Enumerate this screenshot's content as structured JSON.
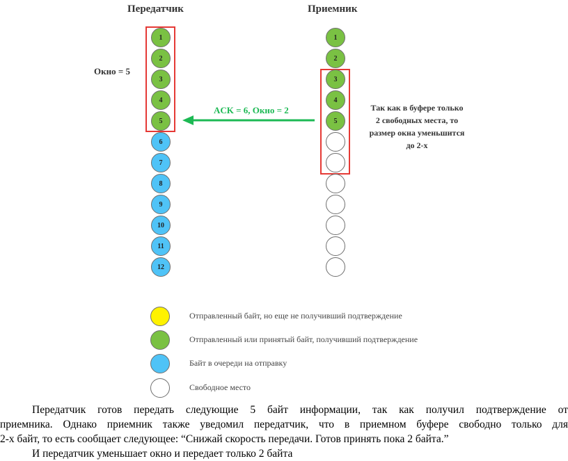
{
  "titles": {
    "sender": "Передатчик",
    "receiver": "Приемник"
  },
  "sender_window_label": "Окно = 5",
  "ack_label": "ACK = 6, Окно = 2",
  "receiver_note": {
    "line1": "Так как в буфере только",
    "line2": "2 свободных места, то",
    "line3": "размер окна уменьшится",
    "line4": "до 2-х"
  },
  "colors": {
    "green": "#7ac143",
    "blue": "#4fc3f7",
    "yellow": "#fff200",
    "white": "#ffffff",
    "window_border": "#e53935",
    "ack_arrow": "#1db954"
  },
  "sender_bytes": [
    {
      "label": "1",
      "state": "green"
    },
    {
      "label": "2",
      "state": "green"
    },
    {
      "label": "3",
      "state": "green"
    },
    {
      "label": "4",
      "state": "green"
    },
    {
      "label": "5",
      "state": "green"
    },
    {
      "label": "6",
      "state": "blue"
    },
    {
      "label": "7",
      "state": "blue"
    },
    {
      "label": "8",
      "state": "blue"
    },
    {
      "label": "9",
      "state": "blue"
    },
    {
      "label": "10",
      "state": "blue"
    },
    {
      "label": "11",
      "state": "blue"
    },
    {
      "label": "12",
      "state": "blue"
    }
  ],
  "receiver_bytes": [
    {
      "label": "1",
      "state": "green"
    },
    {
      "label": "2",
      "state": "green"
    },
    {
      "label": "3",
      "state": "green"
    },
    {
      "label": "4",
      "state": "green"
    },
    {
      "label": "5",
      "state": "green"
    },
    {
      "label": "",
      "state": "white"
    },
    {
      "label": "",
      "state": "white"
    },
    {
      "label": "",
      "state": "white"
    },
    {
      "label": "",
      "state": "white"
    },
    {
      "label": "",
      "state": "white"
    },
    {
      "label": "",
      "state": "white"
    },
    {
      "label": "",
      "state": "white"
    }
  ],
  "legend": [
    {
      "state": "yellow",
      "text": "Отправленный байт, но еще не получивший подтверждение"
    },
    {
      "state": "green",
      "text": "Отправленный или принятый байт, получивший подтверждение"
    },
    {
      "state": "blue",
      "text": "Байт в очереди на отправку"
    },
    {
      "state": "white",
      "text": "Свободное место"
    }
  ],
  "paragraph": {
    "line1": "Передатчик готов передать следующие 5 байт информации, так как получил подтверждение от",
    "line2": "приемника. Однако приемник также уведомил передатчик, что в приемном буфере свободно только для",
    "line3": "2-х байт, то есть сообщает следующее: “Снижай скорость передачи. Готов принять пока 2 байта.”",
    "line4": "И передатчик уменьшает окно и передает только 2 байта"
  }
}
